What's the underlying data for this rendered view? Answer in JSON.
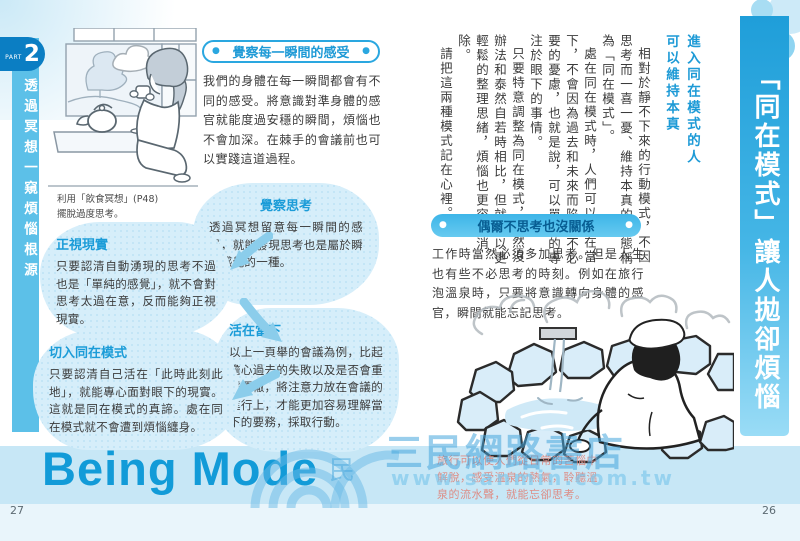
{
  "sidebar": {
    "part_label": "PART",
    "part_number": "2",
    "chapter_title": "透過冥想一窺煩惱根源"
  },
  "left_page": {
    "section": {
      "title": "覺察每一瞬間的感受",
      "body": "我們的身體在每一瞬間都會有不同的感受。將意識對準身體的感官就能度過安穩的瞬間，煩惱也不會加深。在棘手的會議前也可以實踐這道過程。"
    },
    "illustration_caption": "利用「飲食冥想」(P48)\n擺脫過度思考。",
    "bubbles": [
      {
        "title": "覺察思考",
        "body": "透過冥想留意每一瞬間的感覺，就能發現思考也是屬於瞬間感覺的一種。"
      },
      {
        "title": "正視現實",
        "body": "只要認清自動湧現的思考不過也是「單純的感覺」，就不會對思考太過在意，反而能夠正視現實。"
      },
      {
        "title": "活在當下",
        "body": "以上一頁舉的會議為例，比起擔心過去的失敗以及是否會重蹈覆轍，將注意力放在會議的進行上，才能更加容易理解當下的要務，採取行動。"
      },
      {
        "title": "切入同在模式",
        "body": "只要認清自己活在「此時此刻此地」，就能專心面對眼下的現實。這就是同在模式的真諦。處在同在模式就不會遭到煩惱纏身。"
      }
    ],
    "being_mode_label": "Being Mode"
  },
  "right_page": {
    "page_title": "「同在模式」讓人拋卻煩惱",
    "section1": {
      "heading_line1": "進入同在模式的人",
      "heading_line2": "可以維持本真",
      "paragraphs": [
        "相對於靜不下來的行動模式，不因思考而一喜一憂、維持本真的狀態稱為「同在模式」。",
        "處在同在模式時，人們可以活在當下，不會因為過去和未來而陷入不必要的憂慮，也就是說，可以單純的專注於眼下的事情。",
        "只要特意調整為同在模式，雖然沒辦法和泰然自若時相比，但就可以更輕鬆的整理思緒，煩惱也更容易消除。",
        "請把這兩種模式記在心裡。"
      ]
    },
    "section2": {
      "title": "偶爾不思考也沒關係",
      "body": "工作時當然必須多加思考。但是人生也有些不必思考的時刻。例如在旅行泡溫泉時，只要將意識轉向身體的感官，瞬間就能忘記思考。"
    },
    "illustration_caption": "旅行可以使人們從日常的苦惱中\n解脫，感受溫泉的熱氣，聆聽溫\n泉的流水聲，就能忘卻思考。"
  },
  "watermark": {
    "store_name": "三民網路書店",
    "url": "www.sanmin.com.tw",
    "logo_char": "民"
  },
  "footer": {
    "left_page_number": "27",
    "right_page_number": "26"
  },
  "icons": {
    "dot": "●"
  },
  "colors": {
    "accent_blue": "#1b9cd8",
    "band_blue": "#29abe2",
    "tab_blue": "#0b7ec3",
    "strip_blue": "#5cc0e8",
    "bubble_fill": "#d6eefa",
    "arrow_blue": "#8bcdeb",
    "bottom_band": "#c7e7f6",
    "caption_pink": "#dd8d86",
    "watermark_blue": "#59b4e2"
  }
}
